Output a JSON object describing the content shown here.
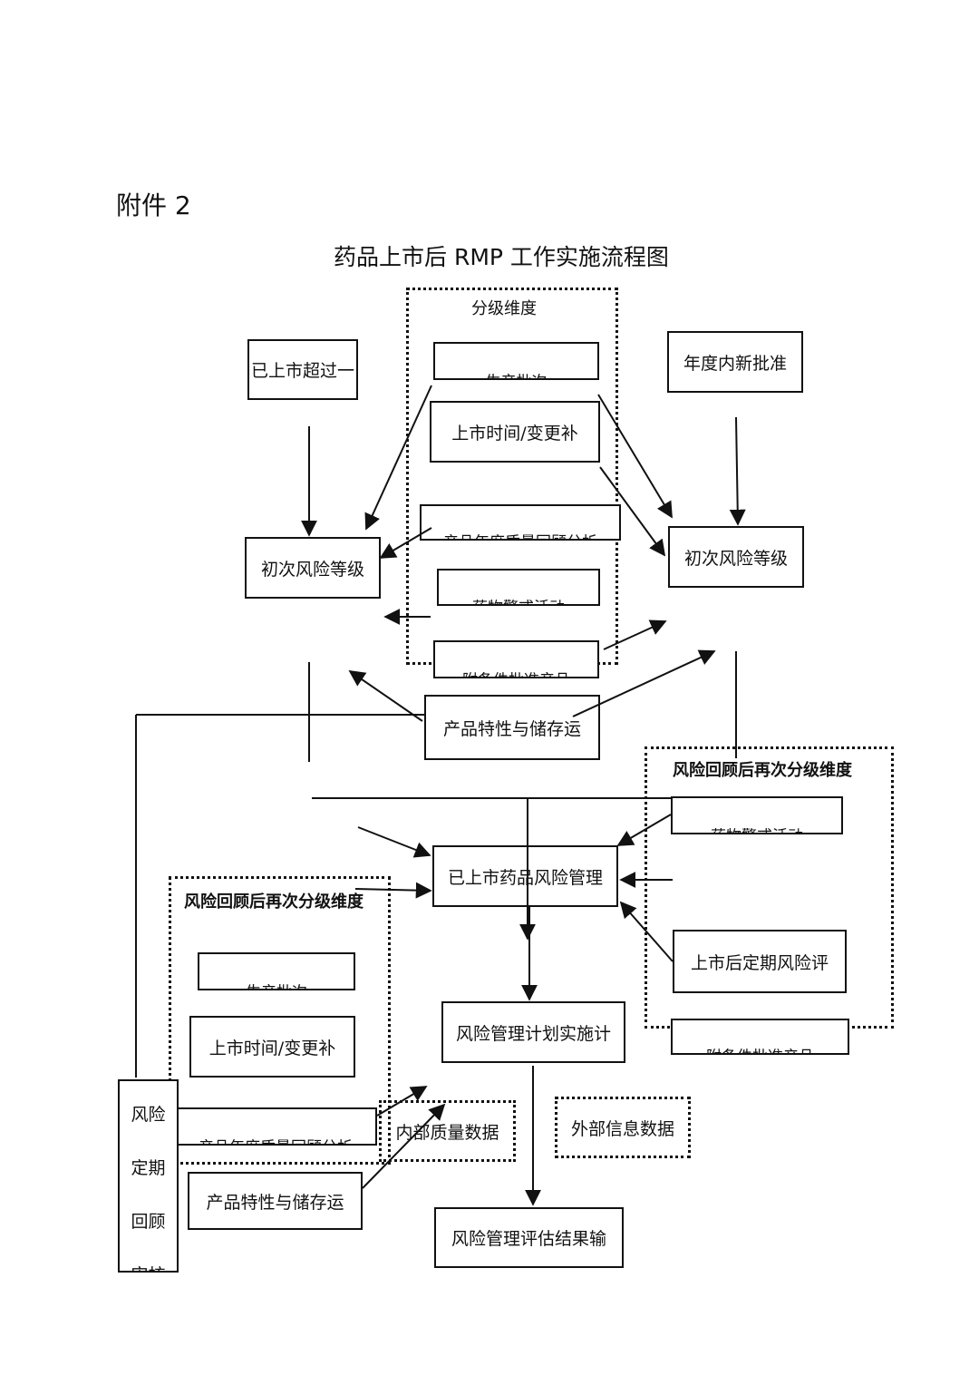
{
  "header": {
    "attachment": "附件 2",
    "title": "药品上市后 RMP  工作实施流程图"
  },
  "top_dims": {
    "title": "分级维度",
    "items": [
      "生产批次",
      "上市时间/变更补",
      "产品年度质量回顾分析",
      "药物警戒活动",
      "附条件批准产品"
    ]
  },
  "left_start": "已上市超过一",
  "right_start": "年度内新批准",
  "left_initial": "初次风险等级",
  "right_initial": "初次风险等级",
  "product_char": "产品特性与储存运",
  "right_review": {
    "title": "风险回顾后再次分级维度",
    "items": [
      "药物警戒活动",
      "上市后定期风险评",
      "附条件批准产品"
    ]
  },
  "main": {
    "managed": "已上市药品风险管理",
    "plan": "风险管理计划实施计",
    "result": "风险管理评估结果输"
  },
  "left_review": {
    "title": "风险回顾后再次分级维度",
    "items": [
      "生产批次",
      "上市时间/变更补",
      "产品年度质量回顾分析"
    ]
  },
  "product_char_2": "产品特性与储存运",
  "internal_data": "内部质量数据",
  "external_data": "外部信息数据",
  "periodic_review": {
    "lines": [
      "风险",
      "定期",
      "回顾",
      "审核"
    ]
  }
}
